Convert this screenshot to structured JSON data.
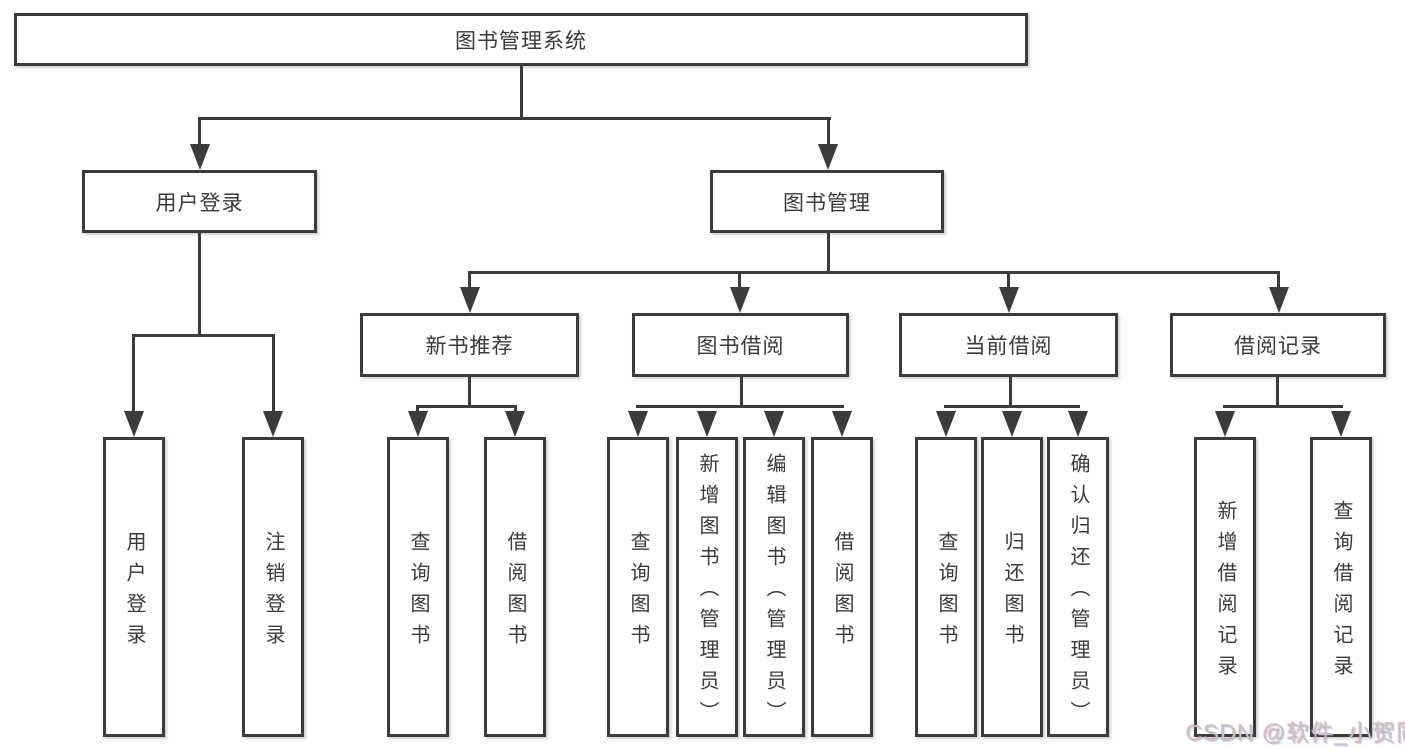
{
  "tree": {
    "root": {
      "label": "图书管理系统"
    },
    "user_login": {
      "label": "用户登录",
      "children": {
        "login": "用户登录",
        "logout": "注销登录"
      }
    },
    "book_mgmt": {
      "label": "图书管理",
      "children": {
        "new_books": {
          "label": "新书推荐",
          "children": {
            "query_books": "查询图书",
            "borrow_books": "借阅图书"
          }
        },
        "book_borrow": {
          "label": "图书借阅",
          "children": {
            "query_books": "查询图书",
            "add_books": "新增图书（管理员）",
            "edit_books": "编辑图书（管理员）",
            "borrow_books": "借阅图书"
          }
        },
        "current_borrow": {
          "label": "当前借阅",
          "children": {
            "query_books": "查询图书",
            "return_books": "归还图书",
            "confirm_return": "确认归还（管理员）"
          }
        },
        "borrow_records": {
          "label": "借阅记录",
          "children": {
            "add_record": "新增借阅记录",
            "query_record": "查询借阅记录"
          }
        }
      }
    }
  },
  "colors": {
    "line": "#3b3b3b",
    "text": "#3a3a3a",
    "watermark_text": "#c0c3c7"
  },
  "watermark": {
    "label": "CSDN @软件_小贺同学"
  }
}
